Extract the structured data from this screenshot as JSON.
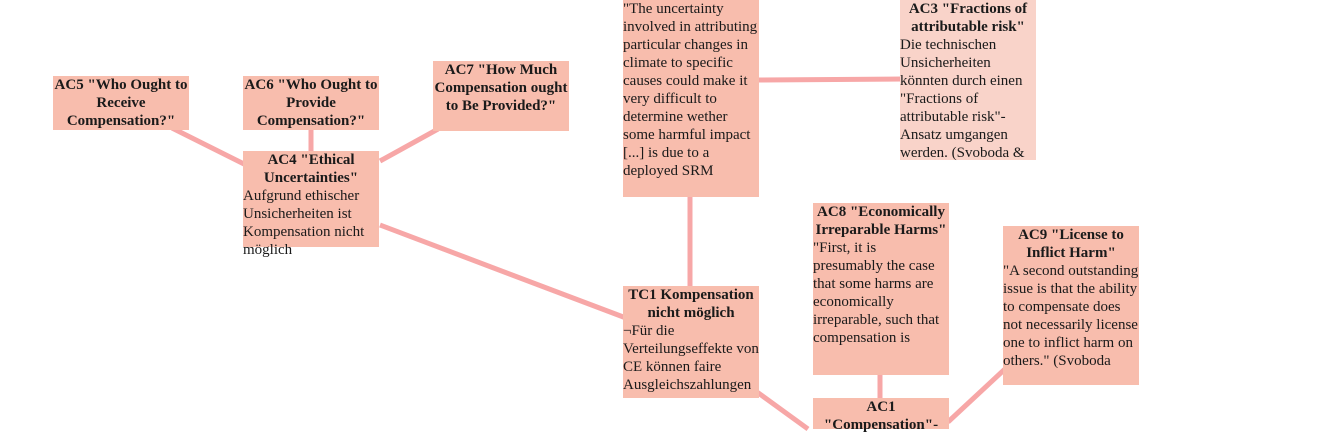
{
  "colors": {
    "node": "#f8bdad",
    "node_light": "#f9d3c9",
    "edge": "#f7a7a7"
  },
  "nodes": {
    "quote_top": {
      "title": "",
      "body": "\"The uncertainty involved in attributing particular changes in climate to specific causes could make it very difficult to determine wether some harmful impact [...] is due to a deployed SRM"
    },
    "ac3": {
      "title": "AC3 \"Fractions of attributable risk\"",
      "body": "Die technischen Unsicherheiten könnten durch einen \"Fractions of attributable risk\"-Ansatz umgangen werden. (Svoboda &"
    },
    "ac5": {
      "title": "AC5 \"Who Ought to Receive Compensation?\"",
      "body": ""
    },
    "ac6": {
      "title": "AC6 \"Who Ought to Provide Compensation?\"",
      "body": ""
    },
    "ac7": {
      "title": "AC7 \"How Much Compensation ought to Be Provided?\"",
      "body": ""
    },
    "ac4": {
      "title": "AC4 \"Ethical Uncertainties\"",
      "body": "Aufgrund ethischer Unsicherheiten ist Kompensation nicht möglich"
    },
    "ac8": {
      "title": "AC8 \"Economically Irreparable Harms\"",
      "body": "\"First, it is presumably the case that some harms are economically irreparable, such that compensation is"
    },
    "ac9": {
      "title": "AC9 \"License to Inflict Harm\"",
      "body": "\"A second outstanding issue is that the ability to compensate does not necessarily license one to inflict harm on others.\" (Svoboda"
    },
    "tc1": {
      "title": "TC1 Kompensation nicht möglich",
      "body": "¬Für die Verteilungseffekte von CE können faire Ausgleichszahlungen"
    },
    "ac1": {
      "title": "AC1 \"Compensation\"-",
      "body": ""
    }
  }
}
